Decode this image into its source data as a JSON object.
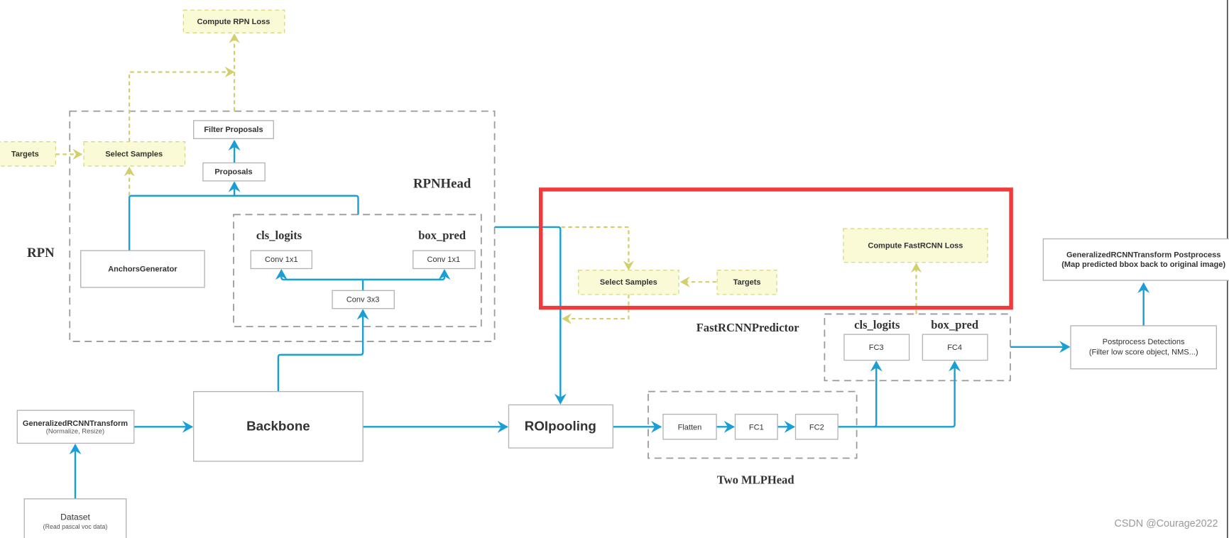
{
  "diagram": {
    "title": "Faster R-CNN architecture",
    "colors": {
      "main_flow": "#1a9fd4",
      "training_flow": "#d2cf6c",
      "training_box_fill": "#fafad6",
      "group_border": "#9a9a9a",
      "highlight": "#f23a3a"
    },
    "groups": {
      "rpn": "RPN",
      "rpn_head": "RPNHead",
      "rpn_cls": "cls_logits",
      "rpn_box": "box_pred",
      "fast_predictor": "FastRCNNPredictor",
      "fast_cls": "cls_logits",
      "fast_box": "box_pred",
      "mlp_head": "Two MLPHead"
    },
    "nodes": {
      "dataset": {
        "label": "Dataset",
        "sub": "(Read pascal voc data)"
      },
      "transform": {
        "label": "GeneralizedRCNNTransform",
        "sub": "(Normalize, Resize)"
      },
      "backbone": {
        "label": "Backbone"
      },
      "anchors": {
        "label": "AnchorsGenerator"
      },
      "conv3x3": {
        "label": "Conv 3x3"
      },
      "conv1x1_cls": {
        "label": "Conv 1x1"
      },
      "conv1x1_box": {
        "label": "Conv 1x1"
      },
      "proposals": {
        "label": "Proposals"
      },
      "filter_proposals": {
        "label": "Filter Proposals"
      },
      "rpn_select_samples": {
        "label": "Select Samples"
      },
      "rpn_targets": {
        "label": "Targets"
      },
      "rpn_loss": {
        "label": "Compute RPN Loss"
      },
      "roipooling": {
        "label": "ROIpooling"
      },
      "flatten": {
        "label": "Flatten"
      },
      "fc1": {
        "label": "FC1"
      },
      "fc2": {
        "label": "FC2"
      },
      "fc3": {
        "label": "FC3"
      },
      "fc4": {
        "label": "FC4"
      },
      "fast_select_samples": {
        "label": "Select Samples"
      },
      "fast_targets": {
        "label": "Targets"
      },
      "fast_loss": {
        "label": "Compute FastRCNN Loss"
      },
      "postprocess": {
        "label": "Postprocess Detections",
        "sub": "(Filter low score object,  NMS...)"
      },
      "transform_post": {
        "label": "GeneralizedRCNNTransform    Postprocess",
        "sub": "(Map predicted bbox back to original image)"
      }
    },
    "watermark": "CSDN @Courage2022"
  }
}
